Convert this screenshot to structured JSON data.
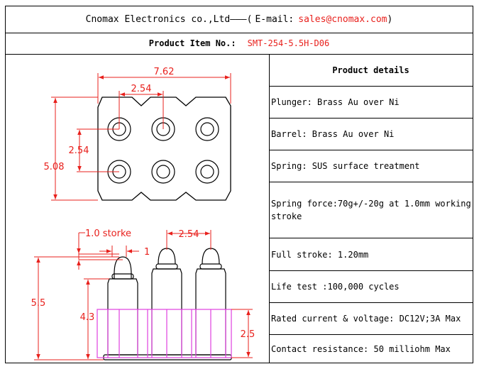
{
  "header": {
    "company": "Cnomax Electronics co.,Ltd",
    "dash": "———(",
    "email_label": "E-mail:",
    "email": "sales@cnomax.com",
    "close": ")"
  },
  "product": {
    "label": "Product Item No.:",
    "number": "SMT-254-5.5H-D06"
  },
  "details": {
    "title": "Product details",
    "items": [
      "Plunger: Brass Au over Ni",
      "Barrel: Brass Au over Ni",
      "Spring: SUS surface treatment",
      "Spring force:70g+/-20g at 1.0mm working stroke",
      "Full stroke: 1.20mm",
      "Life test :100,000 cycles",
      "Rated current & voltage: DC12V;3A Max",
      "Contact resistance: 50 milliohm Max"
    ]
  },
  "drawing": {
    "top_width": "7.62",
    "pitch_top": "2.54",
    "row_pitch": "2.54",
    "height_top": "5.08",
    "stroke_label": "1.0 storke",
    "stroke_value": "1",
    "pitch_side": "2.54",
    "total_height": "5.5",
    "barrel_height": "4.3",
    "housing_height": "2.5"
  },
  "colors": {
    "dimension": "#e8201c",
    "housing": "#e040e0",
    "outline": "#000000"
  }
}
